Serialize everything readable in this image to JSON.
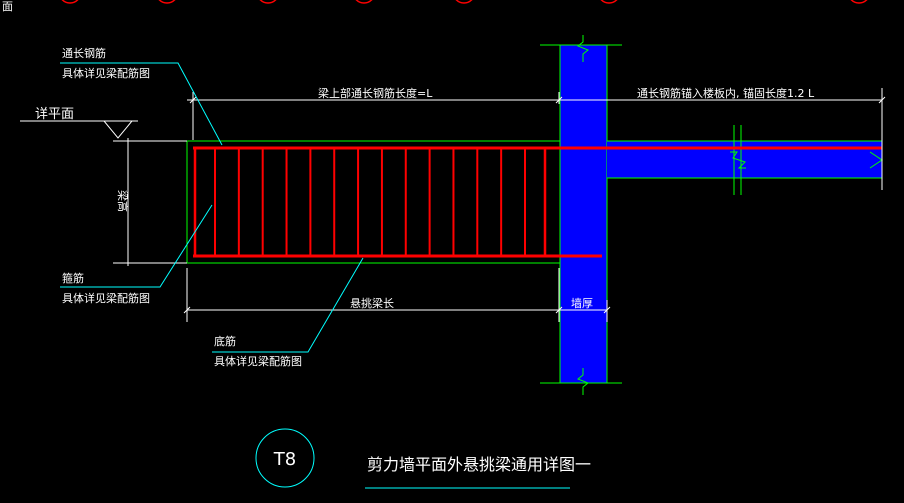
{
  "corner_text": "面",
  "labels": {
    "through_bar": "通长钢筋",
    "through_bar_ref": "具体详见梁配筋图",
    "detail_plane": "详平面",
    "beam_height": "梁高",
    "top_bar_length": "梁上部通长钢筋长度=L",
    "anchor_note": "通长钢筋锚入楼板内, 锚固长度1.2 L",
    "stirrup": "箍筋",
    "stirrup_ref": "具体详见梁配筋图",
    "cantilever_length": "悬挑梁长",
    "wall_thickness": "墙厚",
    "bottom_bar": "底筋",
    "bottom_bar_ref": "具体详见梁配筋图"
  },
  "title": {
    "mark": "T8",
    "text": "剪力墙平面外悬挑梁通用详图一"
  },
  "colors": {
    "background": "#000000",
    "rebar": "#ff0000",
    "concrete": "#0000ff",
    "outline": "#00ff00",
    "leader": "#00ffff",
    "dimension": "#ffffff"
  }
}
